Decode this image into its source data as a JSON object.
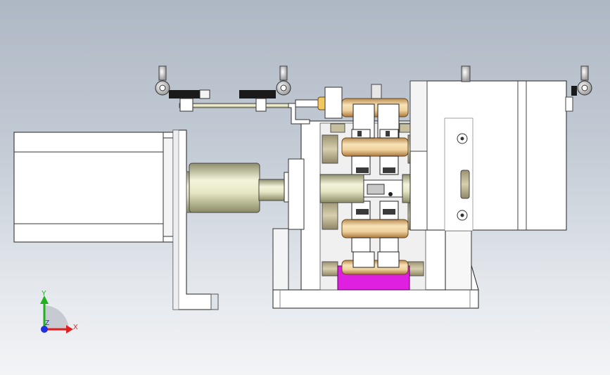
{
  "viewport": {
    "background_top": "#aeb8c4",
    "background_bottom": "#f3f4f6"
  },
  "triad": {
    "x_label": "X",
    "y_label": "Y",
    "z_label": "Z",
    "x_color": "#e02020",
    "y_color": "#20b020",
    "z_color": "#2030e0"
  },
  "colors": {
    "body": "#ffffff",
    "edge": "#1a1a1a",
    "shaft_light": "#f2f2d8",
    "shaft_dark": "#9b9b7a",
    "roller_light": "#f6ddb0",
    "roller_dark": "#c0945a",
    "highlight": "#e020e0"
  }
}
